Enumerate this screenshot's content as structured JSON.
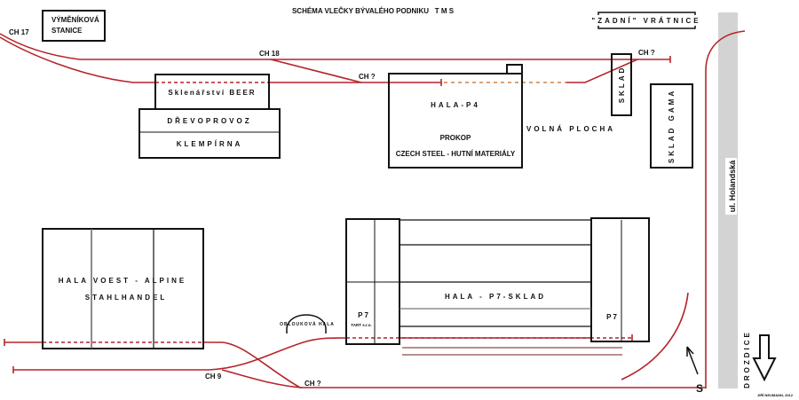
{
  "title": "SCHÉMA VLEČKY BÝVALÉHO PODNIKU   T M S",
  "colors": {
    "track": "#b5242a",
    "dashed_orange": "#c8834a",
    "road": "#d2d2d2",
    "building": "#111111"
  },
  "buildings": {
    "vymenikova": [
      "VÝMĚNÍKOVÁ",
      "STANICE"
    ],
    "zadni_vratnice": "\"ZADNÍ\" VRÁTNICE",
    "sklenarstvi": "Sklenářství BEER",
    "drevoprovoz": "DŘEVOPROVOZ",
    "klempirna": "KLEMPÍRNA",
    "hala_p4": "HALA-P4",
    "prokop": "PROKOP",
    "czech_steel": "CZECH STEEL - HUTNÍ MATERIÁLY",
    "volna_plocha": "VOLNÁ PLOCHA",
    "sklad": "SKLAD",
    "sklad_gama": "SKLAD GAMA",
    "hala_voest": "HALA VOEST - ALPINE",
    "stahlhandel": "STAHLHANDEL",
    "obloukova_hala": "OBLOUKOVÁ HALA",
    "p7_left": "P 7",
    "tart": "TART s.r.o.",
    "hala_p7_sklad": "HALA - P7-SKLAD",
    "p7_right": "P 7"
  },
  "switches": {
    "ch17": "CH 17",
    "ch18": "CH 18",
    "ch_q1": "CH ?",
    "ch_q2": "CH ?",
    "ch9": "CH 9",
    "ch_q3": "CH ?"
  },
  "road": {
    "name": "ul. Holandská"
  },
  "directions": {
    "drozdice": "DROZDICE",
    "north": "S"
  },
  "author": "JIŘÍ NEUMANN, 2012"
}
